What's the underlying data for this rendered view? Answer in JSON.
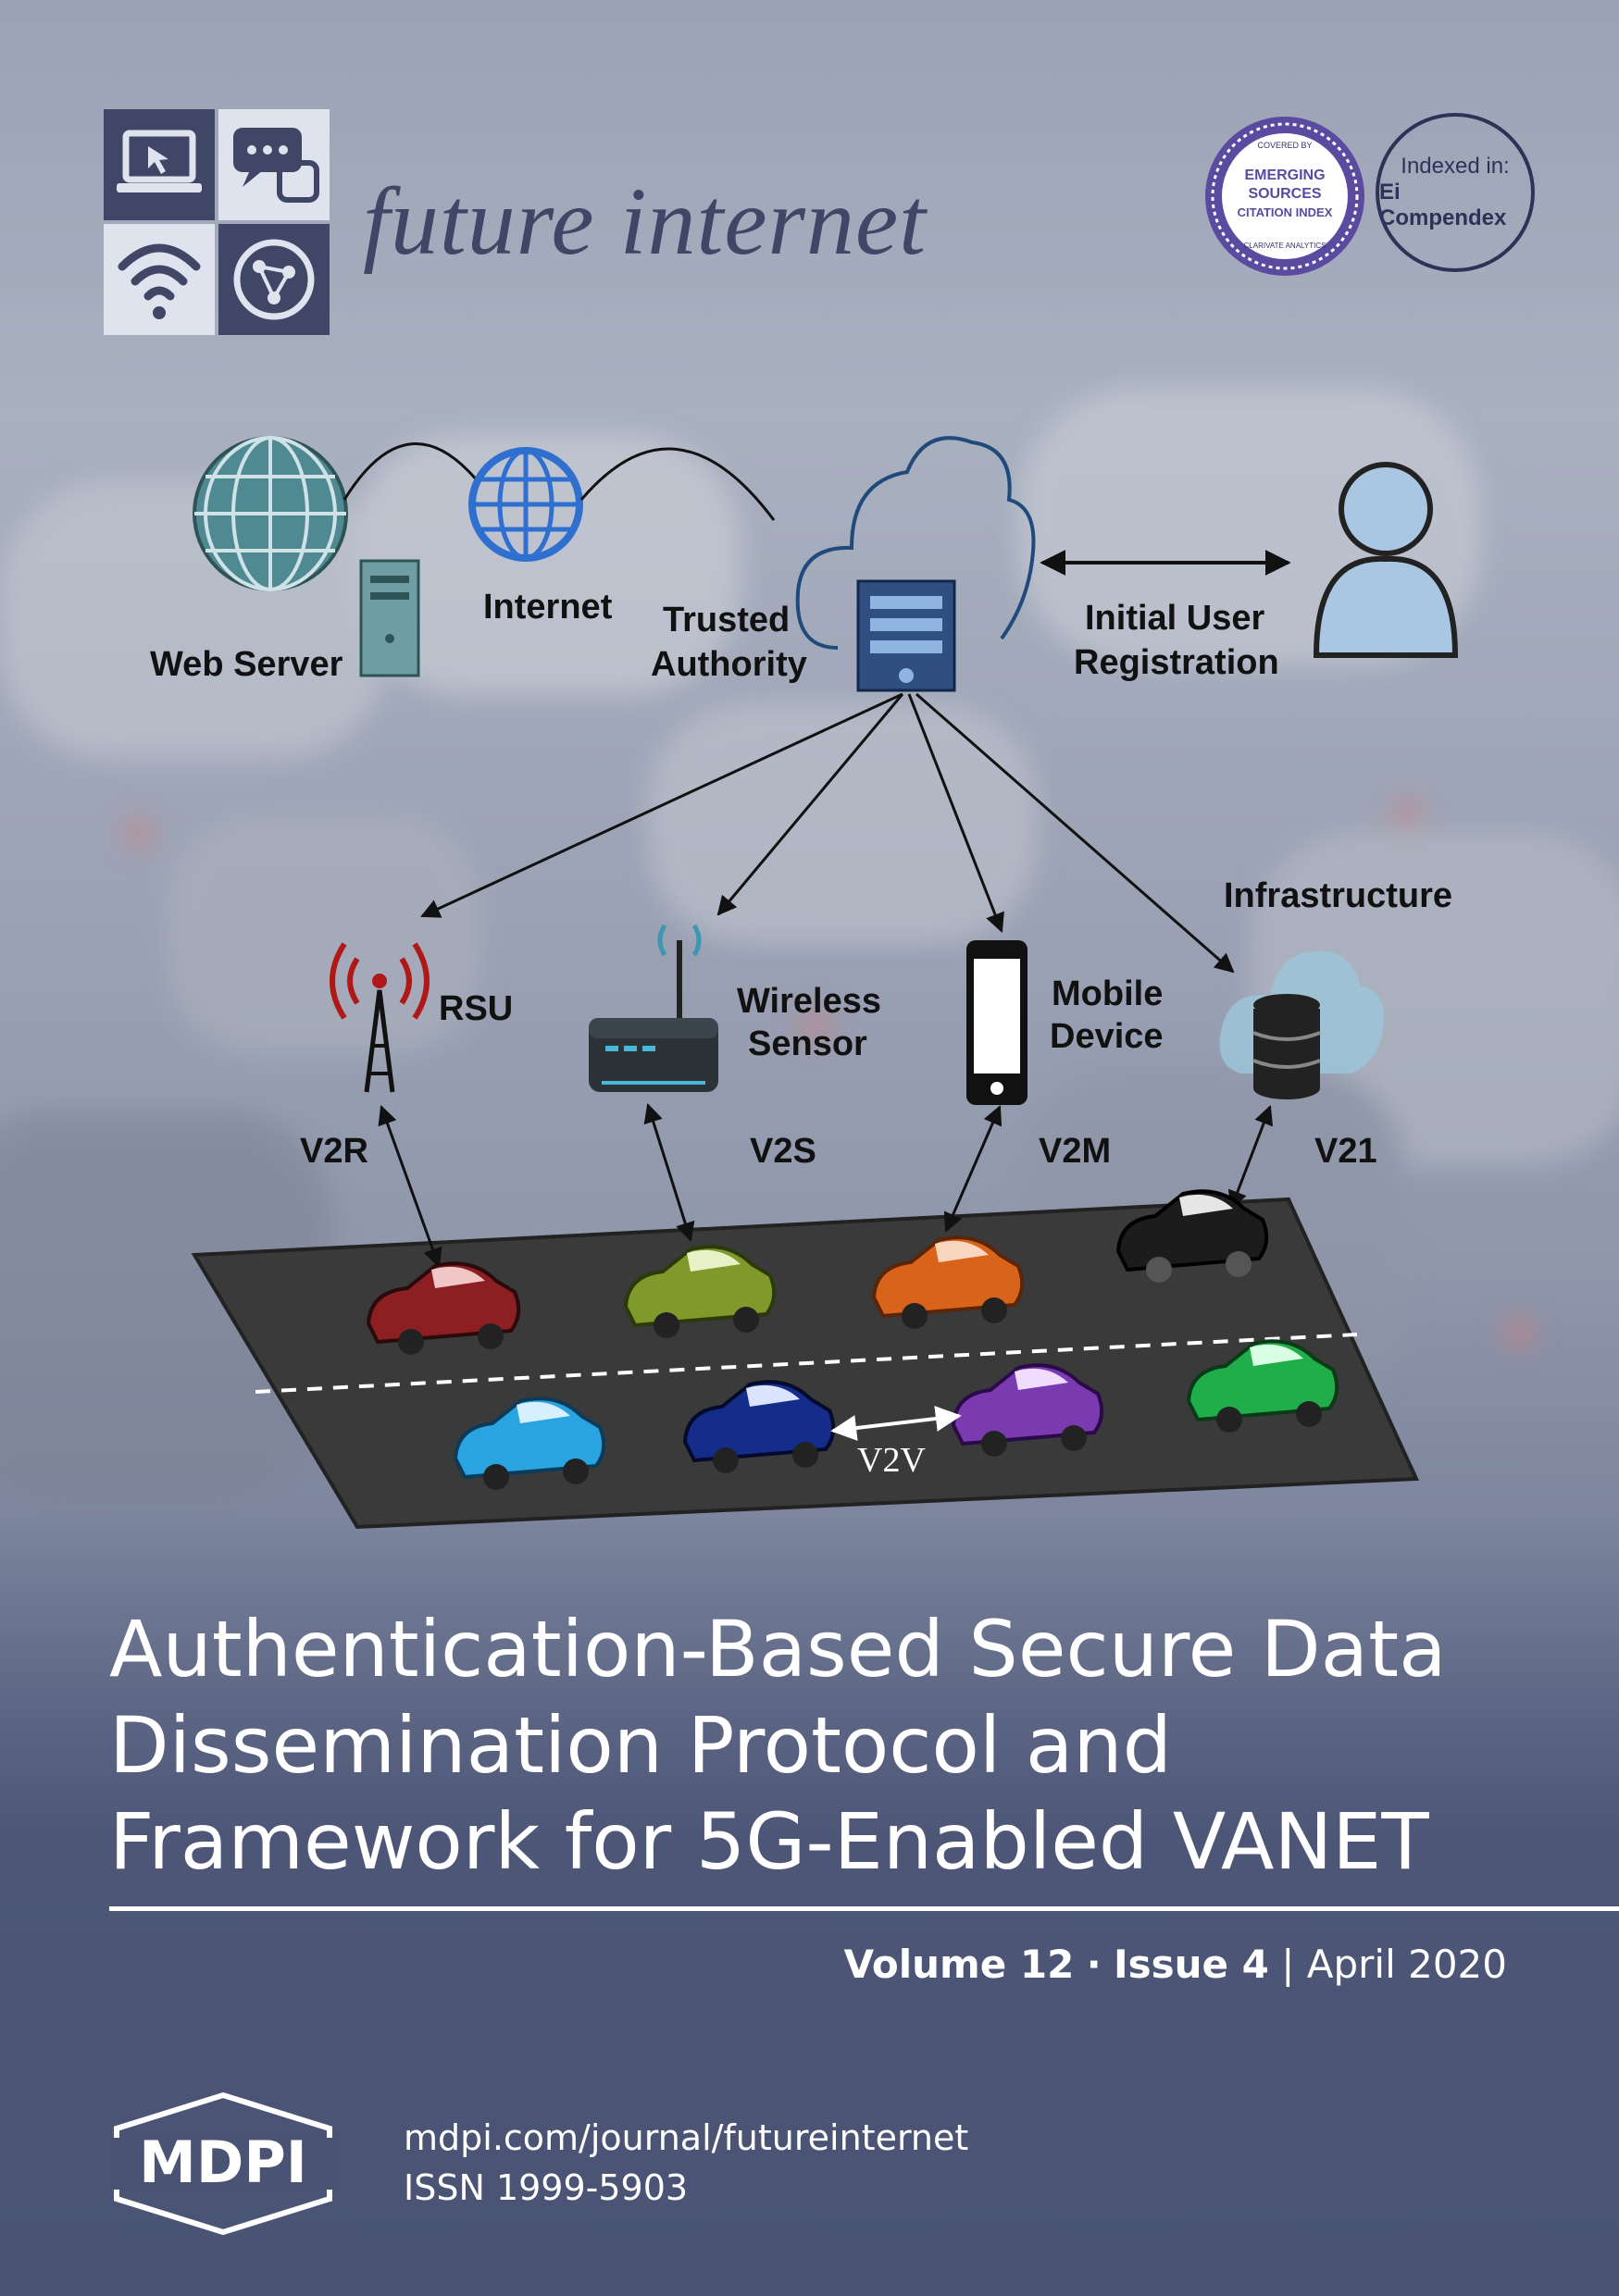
{
  "journal": {
    "name": "future internet"
  },
  "badges": {
    "esci": {
      "top": "COVERED BY",
      "line1": "EMERGING",
      "line2": "SOURCES",
      "line3": "CITATION INDEX",
      "bottom": "CLARIVATE ANALYTICS"
    },
    "ei": {
      "line1": "Indexed in:",
      "line2": "Ei Compendex"
    }
  },
  "diagram": {
    "web_server": "Web Server",
    "internet": "Internet",
    "trusted_authority_1": "Trusted",
    "trusted_authority_2": "Authority",
    "initial_user_1": "Initial User",
    "initial_user_2": "Registration",
    "rsu": "RSU",
    "wireless_1": "Wireless",
    "wireless_2": "Sensor",
    "mobile_1": "Mobile",
    "mobile_2": "Device",
    "infrastructure": "Infrastructure",
    "v2r": "V2R",
    "v2s": "V2S",
    "v2m": "V2M",
    "v2i": "V21",
    "v2v": "V2V"
  },
  "article": {
    "title_line1": "Authentication-Based Secure Data",
    "title_line2": "Dissemination Protocol and",
    "title_line3": "Framework for 5G-Enabled VANET"
  },
  "issue": {
    "volume": "Volume 12",
    "separator": "·",
    "issue": "Issue 4",
    "divider": "|",
    "date": "April 2020"
  },
  "publisher": {
    "logo_text": "MDPI",
    "url": "mdpi.com/journal/futureinternet",
    "issn": "ISSN 1999-5903"
  },
  "colors": {
    "navy": "#4a5373",
    "tile_dark": "#3f4666",
    "tile_light": "#dfe3ee",
    "globe_teal": "#4f8a93",
    "globe_blue": "#2f6fd0"
  }
}
